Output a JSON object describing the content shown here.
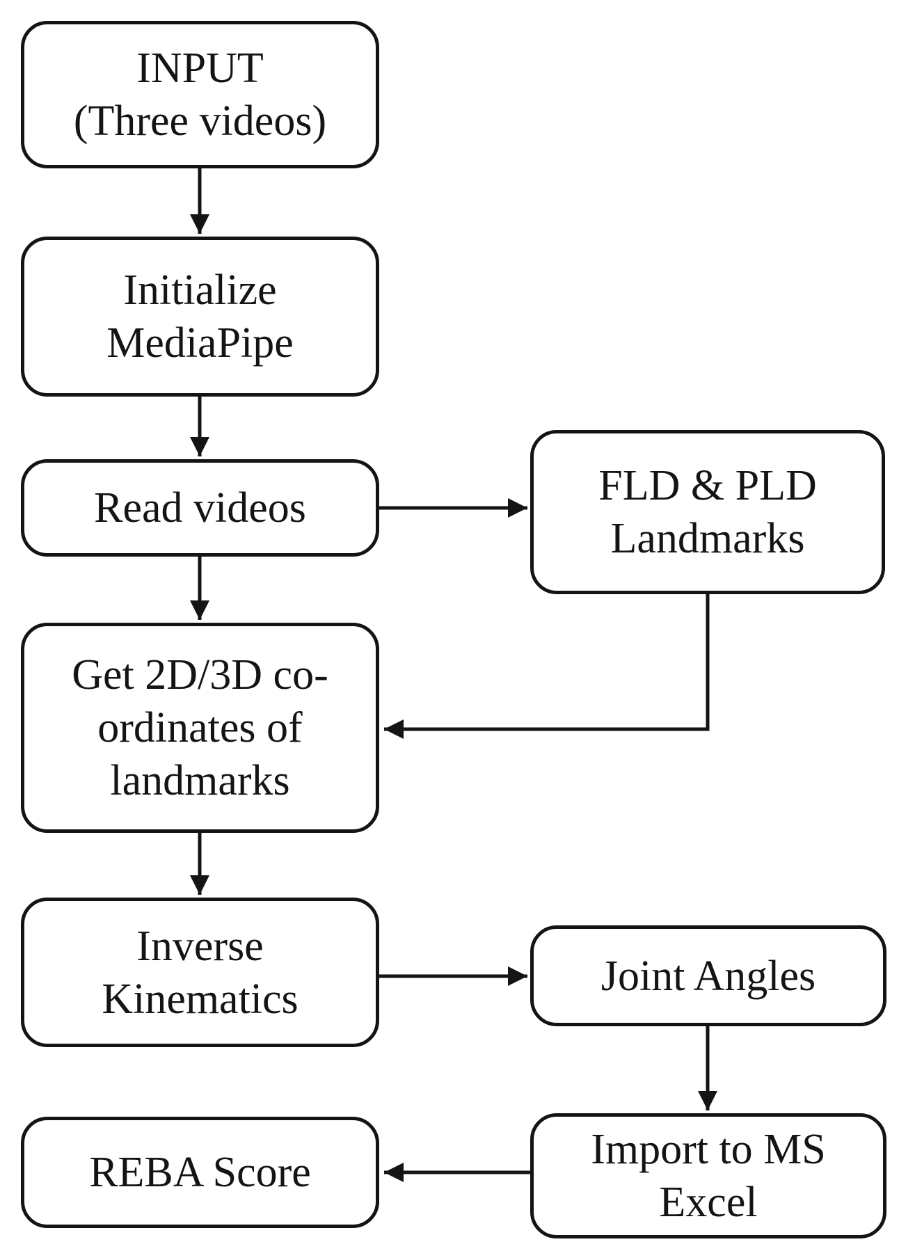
{
  "diagram": {
    "type": "flowchart",
    "colors": {
      "line": "#141414",
      "text": "#141414",
      "background": "#ffffff",
      "node-fill": "#ffffff"
    },
    "nodes": [
      {
        "id": "input",
        "label": "INPUT\n(Three videos)"
      },
      {
        "id": "initialize-mediapipe",
        "label": "Initialize\nMediaPipe"
      },
      {
        "id": "read-videos",
        "label": "Read videos"
      },
      {
        "id": "fld-pld-landmarks",
        "label": "FLD & PLD\nLandmarks"
      },
      {
        "id": "get-coordinates",
        "label": "Get 2D/3D co-\nordinates of\nlandmarks"
      },
      {
        "id": "inverse-kinematics",
        "label": "Inverse\nKinematics"
      },
      {
        "id": "joint-angles",
        "label": "Joint Angles"
      },
      {
        "id": "import-to-ms-excel",
        "label": "Import to MS\nExcel"
      },
      {
        "id": "reba-score",
        "label": "REBA Score"
      }
    ],
    "connections": [
      {
        "from": "input",
        "to": "initialize-mediapipe"
      },
      {
        "from": "initialize-mediapipe",
        "to": "read-videos"
      },
      {
        "from": "read-videos",
        "to": "fld-pld-landmarks"
      },
      {
        "from": "read-videos",
        "to": "get-coordinates"
      },
      {
        "from": "fld-pld-landmarks",
        "to": "get-coordinates"
      },
      {
        "from": "get-coordinates",
        "to": "inverse-kinematics"
      },
      {
        "from": "inverse-kinematics",
        "to": "joint-angles"
      },
      {
        "from": "joint-angles",
        "to": "import-to-ms-excel"
      },
      {
        "from": "import-to-ms-excel",
        "to": "reba-score"
      }
    ]
  }
}
